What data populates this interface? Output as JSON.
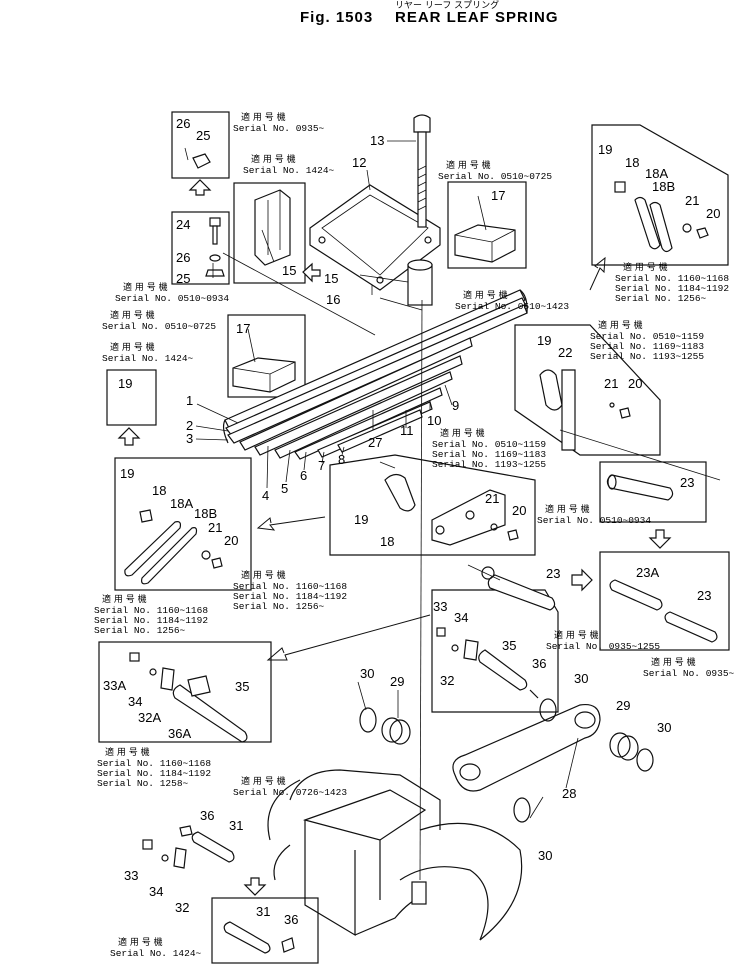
{
  "header": {
    "jp_title": "リヤー リーフ スプリング",
    "fig_label": "Fig. 1503",
    "title": "REAR LEAF SPRING"
  },
  "applicable_label": "適 用 号 機",
  "serial_prefix": "Serial No.",
  "notes": [
    {
      "id": "n1",
      "lines": [
        "0935~"
      ]
    },
    {
      "id": "n2",
      "lines": [
        "1424~"
      ]
    },
    {
      "id": "n3",
      "lines": [
        "0510~0725"
      ]
    },
    {
      "id": "n4",
      "lines": [
        "0510~0934"
      ]
    },
    {
      "id": "n5",
      "lines": [
        "0510~0725"
      ]
    },
    {
      "id": "n6",
      "lines": [
        "1424~"
      ]
    },
    {
      "id": "n7",
      "lines": [
        "0510~1423"
      ]
    },
    {
      "id": "n8",
      "lines": [
        "1160~1168",
        "1184~1192",
        "1256~"
      ]
    },
    {
      "id": "n9",
      "lines": [
        "0510~1159",
        "1169~1183",
        "1193~1255"
      ]
    },
    {
      "id": "n10",
      "lines": [
        "0510~1159",
        "1169~1183",
        "1193~1255"
      ]
    },
    {
      "id": "n11",
      "lines": [
        "0510~0934"
      ]
    },
    {
      "id": "n12",
      "lines": [
        "1160~1168",
        "1184~1192",
        "1256~"
      ]
    },
    {
      "id": "n13",
      "lines": [
        "1160~1168",
        "1184~1192",
        "1256~"
      ]
    },
    {
      "id": "n14",
      "lines": [
        "0935~1255"
      ]
    },
    {
      "id": "n15",
      "lines": [
        "0935~"
      ]
    },
    {
      "id": "n16",
      "lines": [
        "1160~1168",
        "1184~1192",
        "1258~"
      ]
    },
    {
      "id": "n17",
      "lines": [
        "0726~1423"
      ]
    },
    {
      "id": "n18",
      "lines": [
        "1424~"
      ]
    }
  ],
  "parts": {
    "p1": "1",
    "p2": "2",
    "p3": "3",
    "p4": "4",
    "p5": "5",
    "p6": "6",
    "p7": "7",
    "p8": "8",
    "p9": "9",
    "p10": "10",
    "p11": "11",
    "p12": "12",
    "p13": "13",
    "p15": "15",
    "p16": "16",
    "p17": "17",
    "p18": "18",
    "p18a": "18A",
    "p18b": "18B",
    "p19": "19",
    "p20": "20",
    "p21": "21",
    "p22": "22",
    "p23": "23",
    "p23a": "23A",
    "p24": "24",
    "p25": "25",
    "p26": "26",
    "p27": "27",
    "p28": "28",
    "p29": "29",
    "p30": "30",
    "p31": "31",
    "p32": "32",
    "p32a": "32A",
    "p33": "33",
    "p33a": "33A",
    "p34": "34",
    "p35": "35",
    "p36": "36",
    "p36a": "36A"
  }
}
